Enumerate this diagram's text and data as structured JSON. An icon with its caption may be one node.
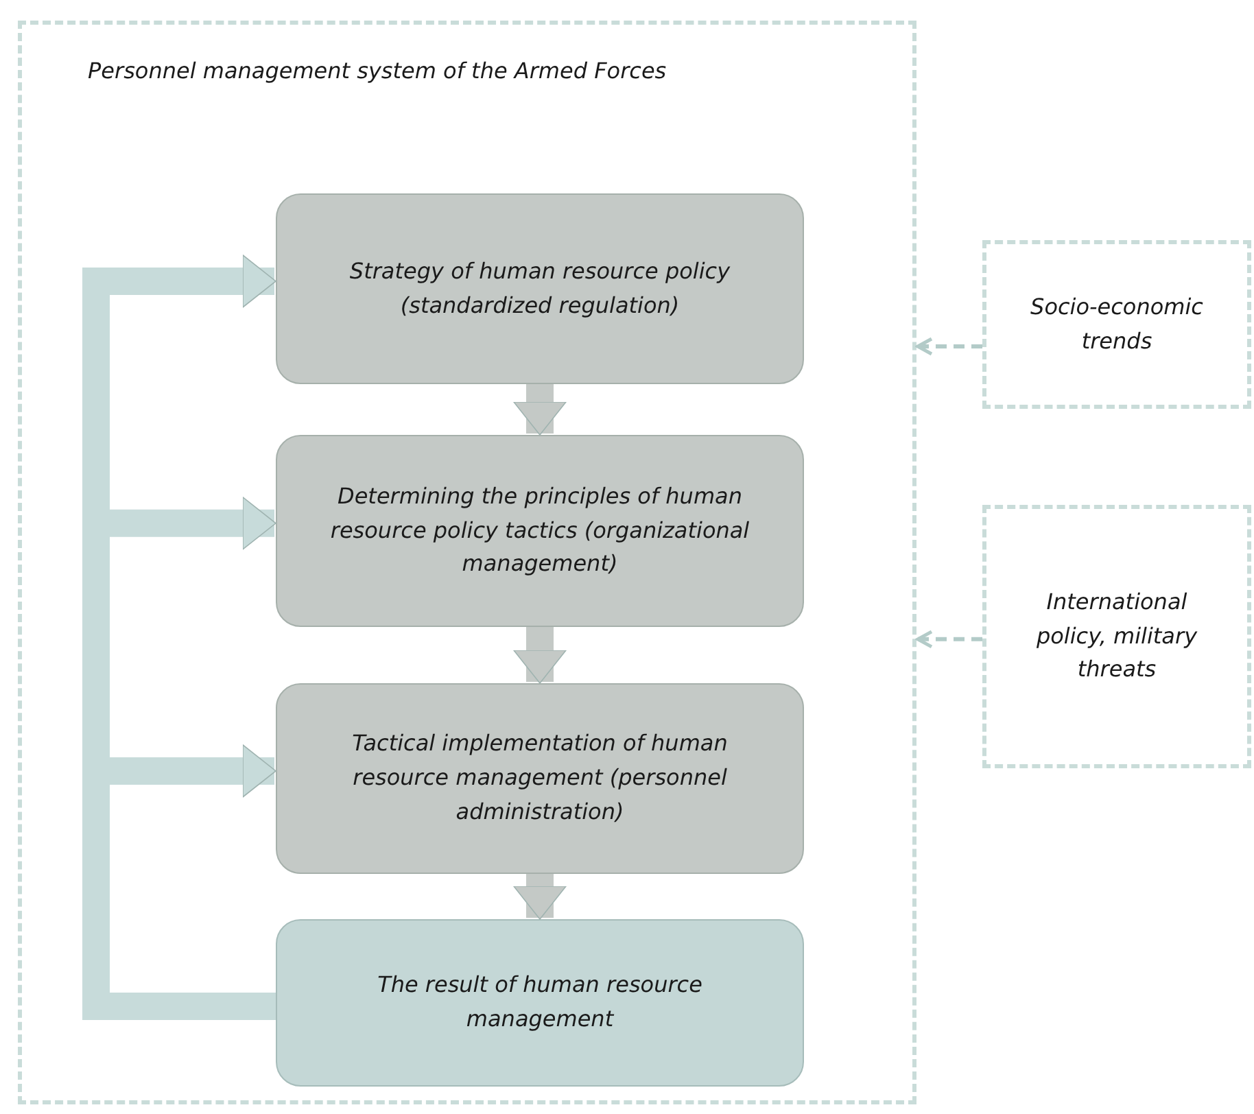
{
  "diagram": {
    "nodes": [
      {
        "text": [
          "Personnel management system of the Armed Forces"
        ]
      },
      {
        "text": [
          "Strategy of human resource policy (standardized regulation)"
        ],
        "in": 0
      },
      {
        "text": [
          "Determining the principles of human resource policy tactics (organizational management)"
        ],
        "in": 0
      },
      {
        "text": [
          "Tactical implementation of human resource management (personnel administration)"
        ],
        "in": 0
      },
      {
        "text": [
          "The result of human resource management"
        ],
        "in": 0
      },
      {
        "text": [
          "Socio-economic trends"
        ]
      },
      {
        "text": [
          "International policy, military threats"
        ]
      }
    ],
    "edges": [
      {
        "from": 1,
        "to": 2,
        "arrow": "to",
        "color": "#c4c9c6"
      },
      {
        "from": 2,
        "to": 3,
        "arrow": "to",
        "color": "#c4c9c6"
      },
      {
        "from": 3,
        "to": 4,
        "arrow": "to",
        "color": "#c4c9c6"
      },
      {
        "from": 4,
        "to": 1,
        "arrow": "to",
        "color": "#c7dbda"
      },
      {
        "from": 4,
        "to": 2,
        "arrow": "to",
        "color": "#c7dbda"
      },
      {
        "from": 4,
        "to": 3,
        "arrow": "to",
        "color": "#c7dbda"
      },
      {
        "from": 5,
        "to": 0,
        "arrow": "to",
        "style": "dashed",
        "color": "#b3cbc8"
      },
      {
        "from": 6,
        "to": 0,
        "arrow": "to",
        "style": "dashed",
        "color": "#b3cbc8"
      }
    ]
  }
}
